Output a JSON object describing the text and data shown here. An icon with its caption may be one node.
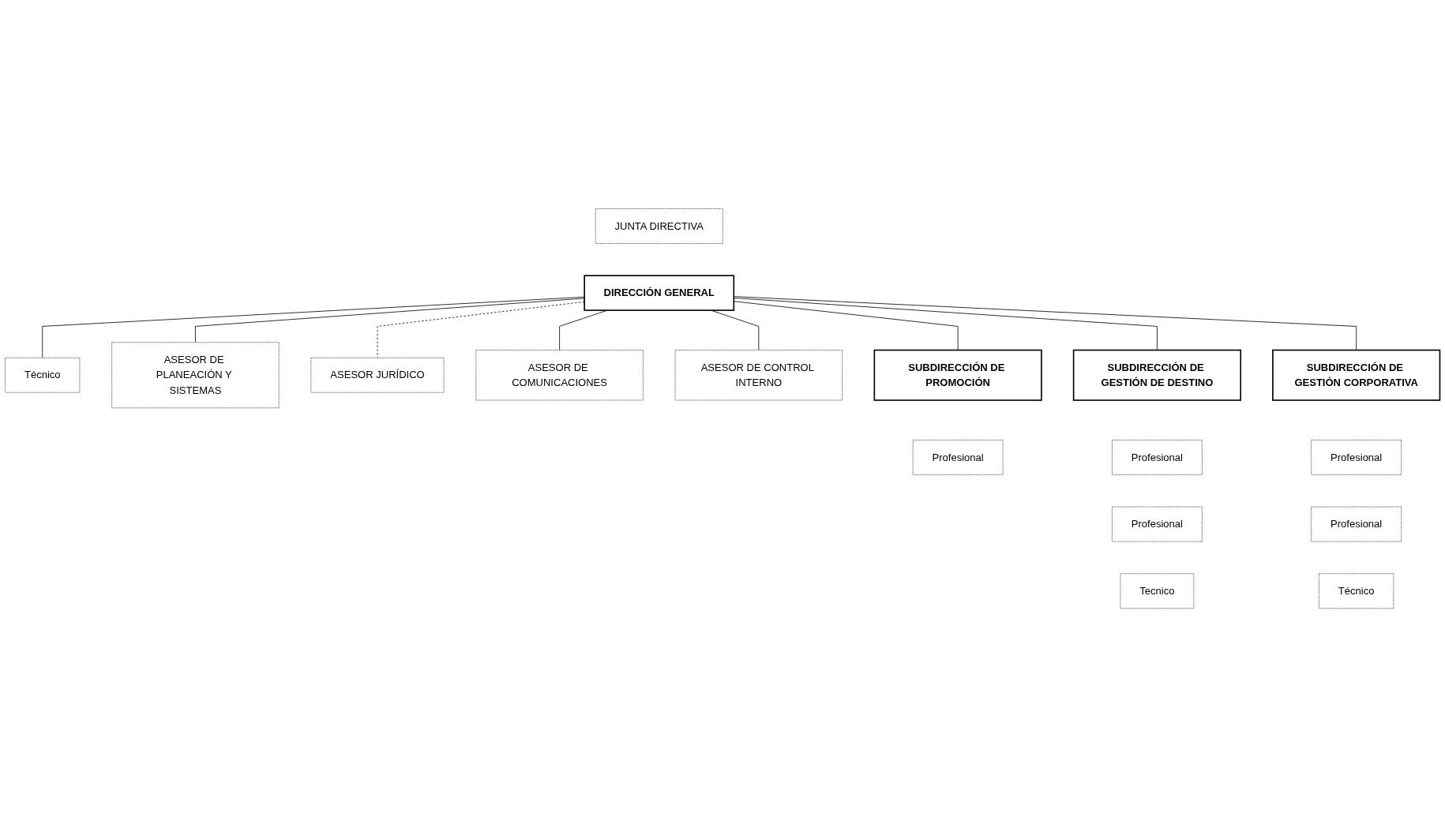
{
  "diagram": {
    "nodes": [
      {
        "text": [
          "JUNTA DIRECTIVA"
        ]
      },
      {
        "text": [
          "DIRECCIÓN GENERAL"
        ]
      },
      {
        "text": [
          "Técnico"
        ]
      },
      {
        "text": [
          "ASESOR DE PLANEACIÓN Y SISTEMAS"
        ]
      },
      {
        "text": [
          "ASESOR JURÍDICO"
        ]
      },
      {
        "text": [
          "ASESOR DE COMUNICACIONES"
        ]
      },
      {
        "text": [
          "ASESOR DE CONTROL INTERNO"
        ]
      },
      {
        "text": [
          "SUBDIRECCIÓN DE PROMOCIÓN"
        ]
      },
      {
        "text": [
          "SUBDIRECCIÓN DE GESTIÓN DE DESTINO"
        ]
      },
      {
        "text": [
          "SUBDIRECCIÓN DE GESTIÓN CORPORATIVA"
        ]
      },
      {
        "text": [
          "Profesional"
        ]
      },
      {
        "text": [
          "Profesional"
        ]
      },
      {
        "text": [
          "Profesional"
        ]
      },
      {
        "text": [
          "Tecnico"
        ]
      },
      {
        "text": [
          "Profesional"
        ]
      },
      {
        "text": [
          "Profesional"
        ]
      },
      {
        "text": [
          "Técnico"
        ]
      }
    ],
    "edges": [
      {
        "from": 1,
        "to": 2,
        "arrow": "none"
      },
      {
        "from": 1,
        "to": 3,
        "arrow": "none"
      },
      {
        "from": 1,
        "to": 4,
        "arrow": "none",
        "style": "dashed"
      },
      {
        "from": 1,
        "to": 5,
        "arrow": "none"
      },
      {
        "from": 1,
        "to": 6,
        "arrow": "none"
      },
      {
        "from": 1,
        "to": 7,
        "arrow": "none"
      },
      {
        "from": 1,
        "to": 8,
        "arrow": "none"
      },
      {
        "from": 1,
        "to": 9,
        "arrow": "none"
      }
    ]
  }
}
